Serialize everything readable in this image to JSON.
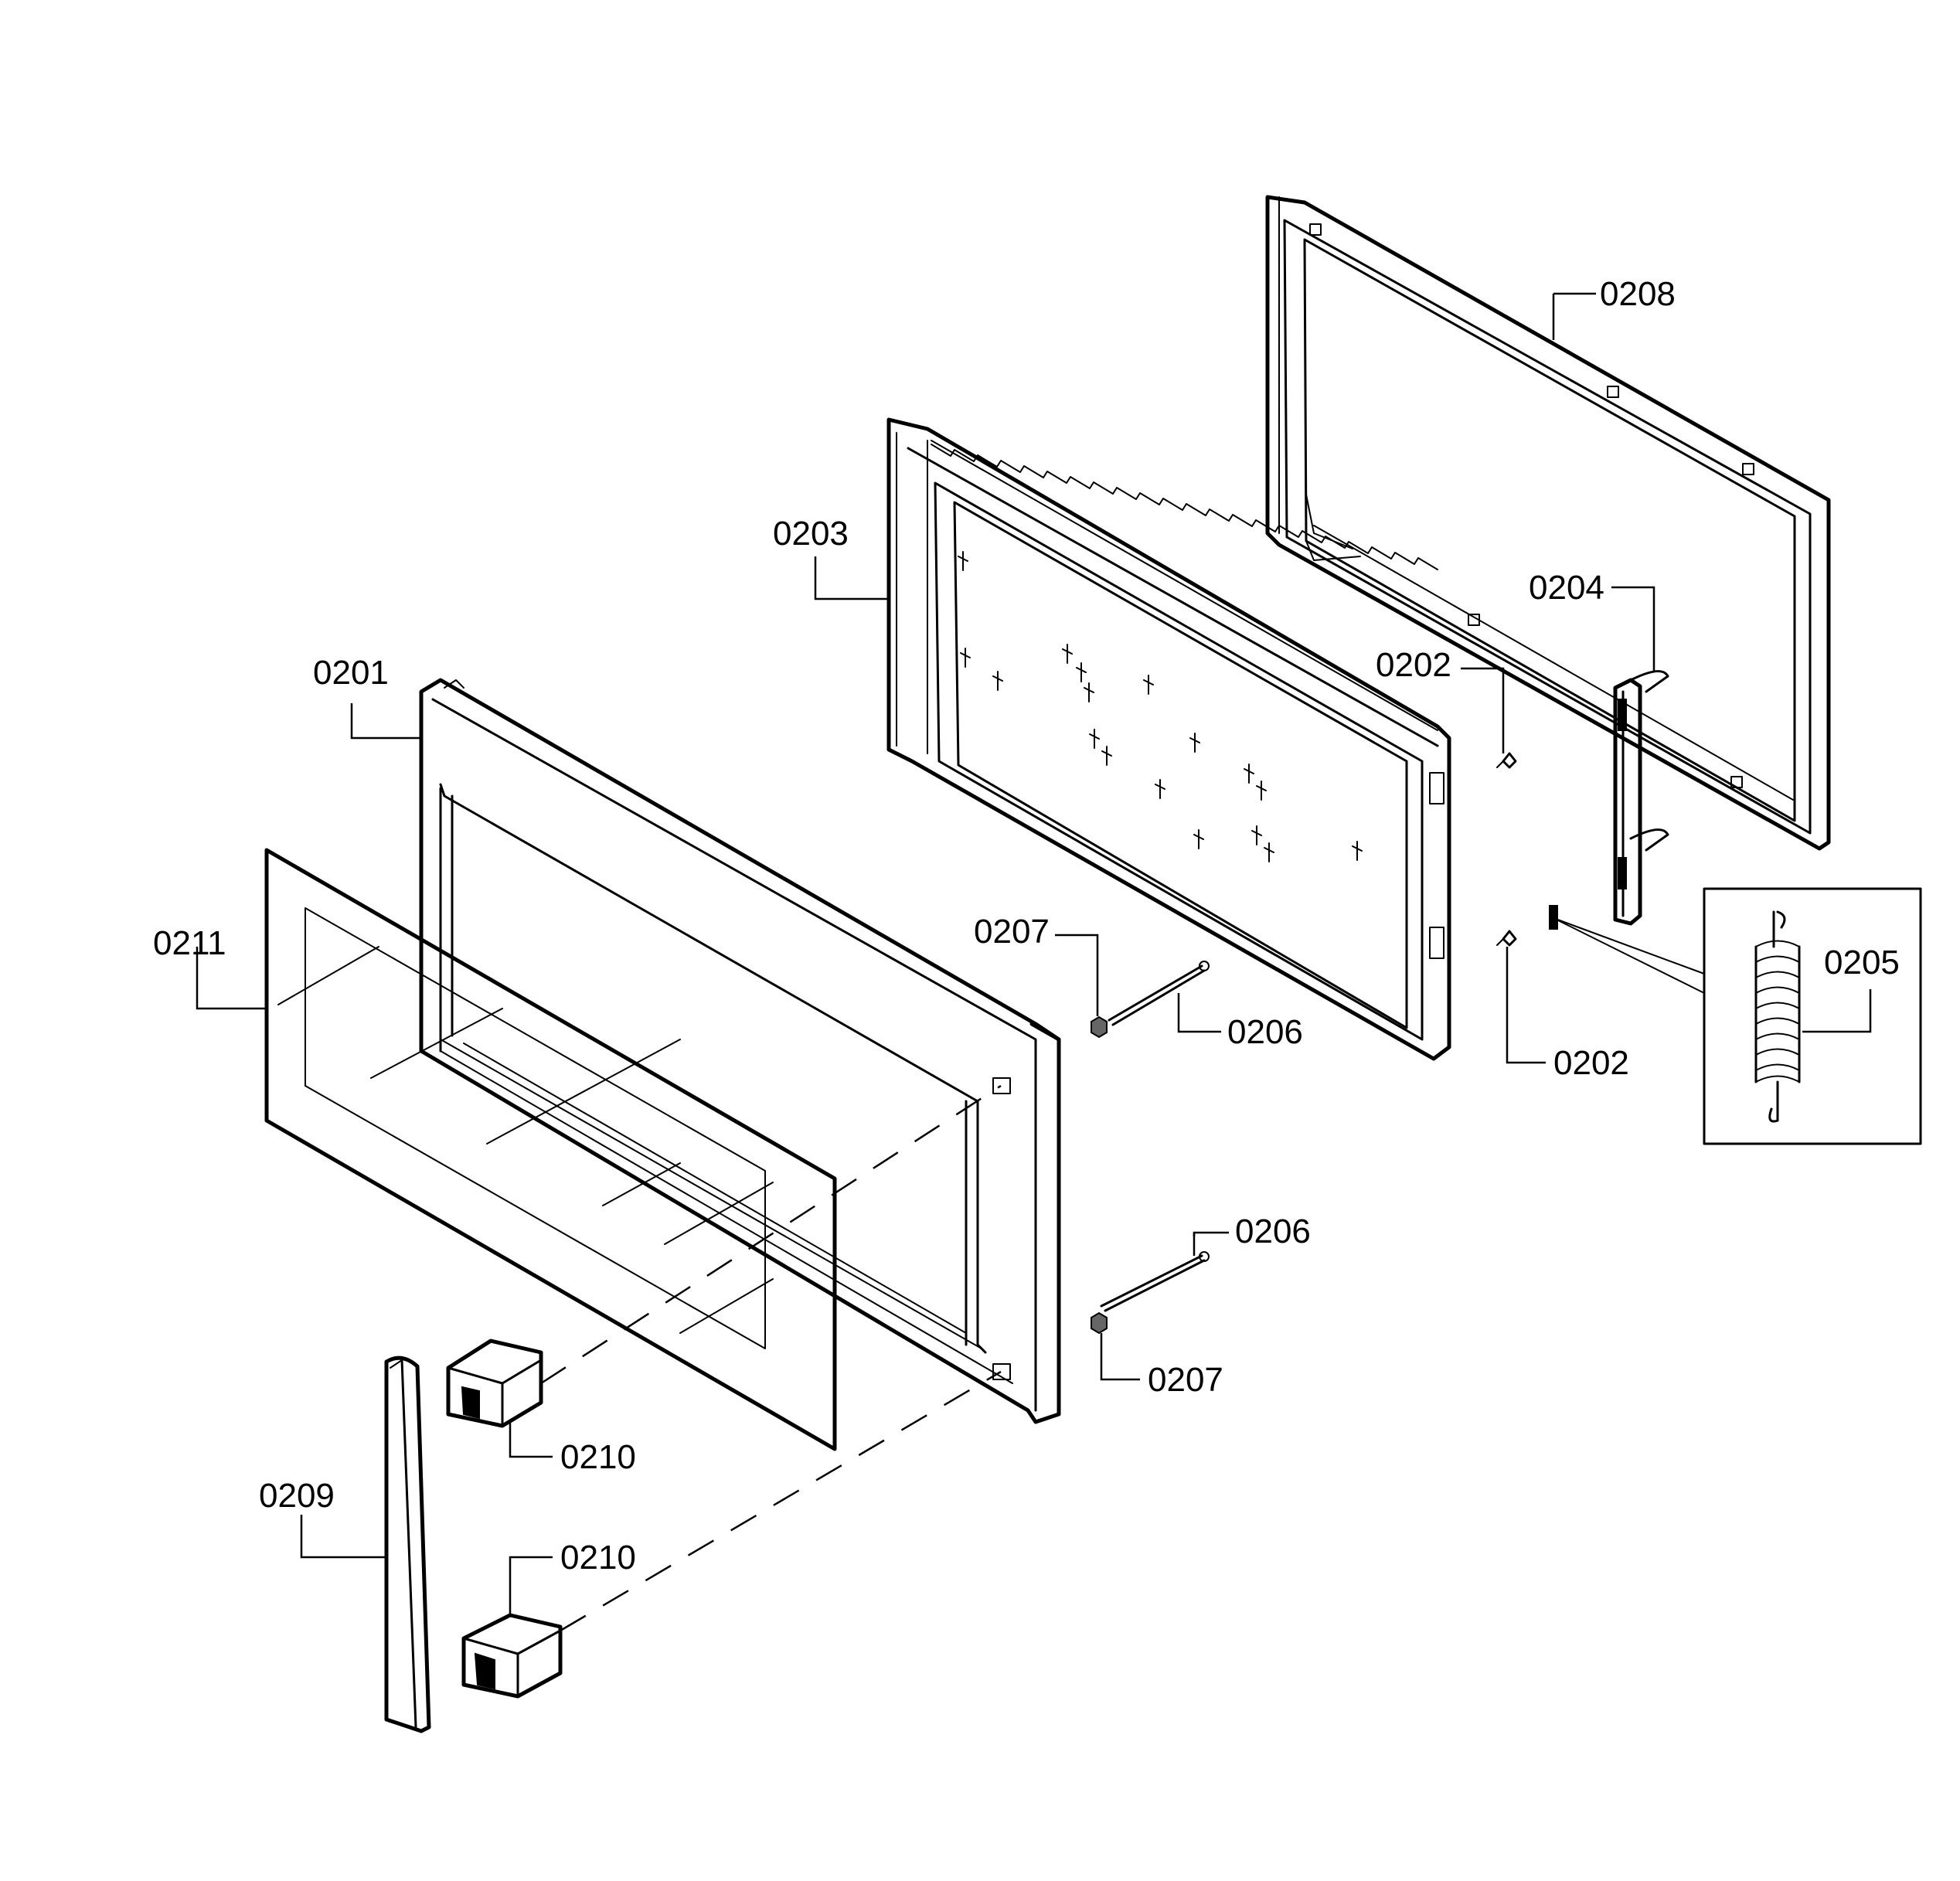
{
  "diagram": {
    "callouts": {
      "c0201": "0201",
      "c0202a": "0202",
      "c0202b": "0202",
      "c0203": "0203",
      "c0204": "0204",
      "c0205": "0205",
      "c0206a": "0206",
      "c0206b": "0206",
      "c0207a": "0207",
      "c0207b": "0207",
      "c0208": "0208",
      "c0209": "0209",
      "c0210a": "0210",
      "c0210b": "0210",
      "c0211": "0211"
    }
  }
}
